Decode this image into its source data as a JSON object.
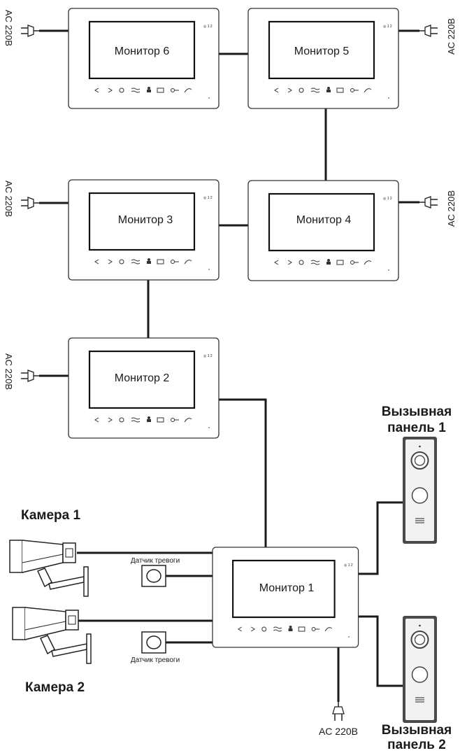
{
  "monitors": {
    "m6": {
      "label": "Монитор 6"
    },
    "m5": {
      "label": "Монитор 5"
    },
    "m3": {
      "label": "Монитор 3"
    },
    "m4": {
      "label": "Монитор 4"
    },
    "m2": {
      "label": "Монитор 2"
    },
    "m1": {
      "label": "Монитор 1"
    }
  },
  "power": {
    "m6": "AC 220В",
    "m5": "AC 220В",
    "m3": "AC 220В",
    "m4": "AC 220В",
    "m2": "AC 220В",
    "m1": "AC 220В"
  },
  "cameras": {
    "cam1": "Камера 1",
    "cam2": "Камера 2"
  },
  "sensors": {
    "s1": "Датчик тревоги",
    "s2": "Датчик тревоги"
  },
  "panels": {
    "p1": {
      "line1": "Вызывная",
      "line2": "панель 1"
    },
    "p2": {
      "line1": "Вызывная",
      "line2": "панель 2"
    }
  },
  "indicator": "◎ 1 2",
  "colors": {
    "line": "#1a1a1a",
    "panel_body": "#f2f2f2",
    "panel_strip": "#4a4a4a"
  },
  "icons": [
    "triangle-left-icon",
    "triangle-right-icon",
    "gear-icon",
    "intercom-icon",
    "user-icon",
    "mail-icon",
    "key-icon",
    "handset-icon"
  ]
}
